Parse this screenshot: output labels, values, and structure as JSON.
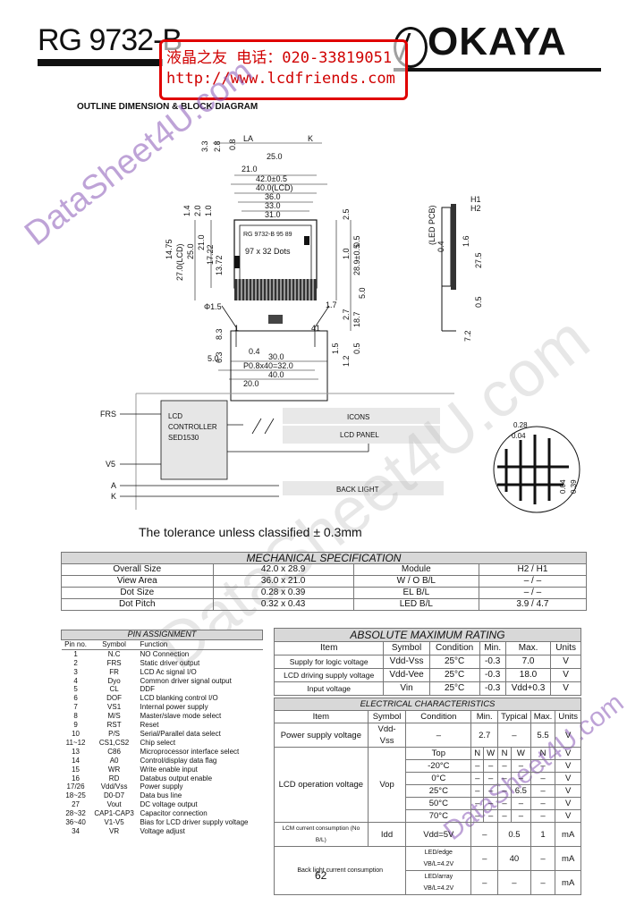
{
  "header": {
    "model": "RG 9732-B",
    "brand": "OKAYA",
    "stamp_line1": "液晶之友 电话：020-33819051",
    "stamp_line2": "http://www.lcdfriends.com",
    "section_title": "OUTLINE DIMENSION & BLOCK DIAGRAM"
  },
  "watermarks": [
    "DataSheet4U.com",
    "DataSheet4U.com",
    "DataSheet4U.com"
  ],
  "drawing": {
    "dims_top": [
      "3.3",
      "2.8",
      "0.8",
      "LA",
      "25.0",
      "K",
      "21.0",
      "42.0±0.5",
      "40.0(LCD)",
      "36.0",
      "33.0",
      "31.0"
    ],
    "dims_left": [
      "14.75",
      "27.0(LCD)",
      "25.0",
      "21.0",
      "17.22",
      "13.72",
      "1.4",
      "2.0",
      "1.0"
    ],
    "dims_right": [
      "2.5",
      "1.0",
      "0.5",
      "28.9±0.5",
      "5.0",
      "1.7",
      "2.7",
      "18.7",
      "1.2",
      "1.5",
      "0.5"
    ],
    "dims_bottom": [
      "Φ1.5",
      "8.3",
      "6.3",
      "1",
      "41",
      "0.4",
      "5.0",
      "30.0",
      "P0.8x40=32.0",
      "40.0",
      "20.0"
    ],
    "panel_text_1": "RG 9732-B 95 89",
    "panel_text_2": "97 x 32 Dots",
    "side_labels": [
      "(LED PCB)",
      "H1",
      "H2",
      "0.4",
      "1.6",
      "27.5",
      "0.5",
      "7.2"
    ],
    "block_labels": {
      "frs": "FRS",
      "v5": "V5",
      "a": "A",
      "k": "K",
      "controller": [
        "LCD",
        "CONTROLLER",
        "SED1530"
      ],
      "icons": "ICONS",
      "lcd_panel": "LCD PANEL",
      "backlight": "BACK LIGHT"
    },
    "dot_dims": [
      "0.28",
      "0.04",
      "0.04",
      "0.39"
    ]
  },
  "tolerance": "The  tolerance  unless  classified  ± 0.3mm",
  "mechanical": {
    "title": "MECHANICAL SPECIFICATION",
    "rows": [
      [
        "Overall Size",
        "42.0 x 28.9",
        "Module",
        "H2 / H1"
      ],
      [
        "View Area",
        "36.0 x 21.0",
        "W / O  B/L",
        "–   /   –"
      ],
      [
        "Dot Size",
        "0.28 x 0.39",
        "EL  B/L",
        "–   /   –"
      ],
      [
        "Dot Pitch",
        "0.32 x 0.43",
        "LED  B/L",
        "3.9 / 4.7"
      ]
    ]
  },
  "pins": {
    "title": "PIN ASSIGNMENT",
    "headers": [
      "Pin no.",
      "Symbol",
      "Function"
    ],
    "rows": [
      [
        "1",
        "N.C",
        "NO Connection"
      ],
      [
        "2",
        "FRS",
        "Static driver output"
      ],
      [
        "3",
        "FR",
        "LCD Ac signal I/O"
      ],
      [
        "4",
        "Dyo",
        "Common driver signal output"
      ],
      [
        "5",
        "CL",
        "DDF"
      ],
      [
        "6",
        "DOF",
        "LCD blanking control I/O"
      ],
      [
        "7",
        "VS1",
        "Internal power supply"
      ],
      [
        "8",
        "M/S",
        "Master/slave mode select"
      ],
      [
        "9",
        "RST",
        "Reset"
      ],
      [
        "10",
        "P/S",
        "Serial/Parallel data select"
      ],
      [
        "11~12",
        "CS1,CS2",
        "Chip select"
      ],
      [
        "13",
        "C86",
        "Microprocessor interface select"
      ],
      [
        "14",
        "A0",
        "Control/display data flag"
      ],
      [
        "15",
        "WR",
        "Write enable input"
      ],
      [
        "16",
        "RD",
        "Databus output enable"
      ],
      [
        "17/26",
        "Vdd/Vss",
        "Power supply"
      ],
      [
        "18~25",
        "D0-D7",
        "Data bus line"
      ],
      [
        "27",
        "Vout",
        "DC voltage output"
      ],
      [
        "28~32",
        "CAP1-CAP3",
        "Capacitor connection"
      ],
      [
        "36~40",
        "V1-V5",
        "Bias for LCD driver supply voltage"
      ],
      [
        "34",
        "VR",
        "Voltage adjust"
      ]
    ]
  },
  "absolute": {
    "title": "ABSOLUTE MAXIMUM RATING",
    "headers": [
      "Item",
      "Symbol",
      "Condition",
      "Min.",
      "Max.",
      "Units"
    ],
    "rows": [
      [
        "Supply for logic voltage",
        "Vdd-Vss",
        "25°C",
        "-0.3",
        "7.0",
        "V"
      ],
      [
        "LCD driving supply voltage",
        "Vdd-Vee",
        "25°C",
        "-0.3",
        "18.0",
        "V"
      ],
      [
        "Input voltage",
        "Vin",
        "25°C",
        "-0.3",
        "Vdd+0.3",
        "V"
      ]
    ]
  },
  "electrical": {
    "title": "ELECTRICAL CHARACTERISTICS",
    "headers": [
      "Item",
      "Symbol",
      "Condition",
      "Min.",
      "Typical",
      "Max.",
      "Units"
    ],
    "power": [
      "Power supply voltage",
      "Vdd-Vss",
      "–",
      "2.7",
      "–",
      "5.5",
      "V"
    ],
    "lcd_item": "LCD operation voltage",
    "lcd_symbol": "Vop",
    "lcd_sub_header": [
      "Top",
      "N",
      "W",
      "N",
      "W",
      "N",
      "W",
      "V"
    ],
    "lcd_rows": [
      [
        "-20°C",
        "–",
        "–",
        "–",
        "–",
        "–",
        "–",
        "V"
      ],
      [
        "0°C",
        "–",
        "–",
        "–",
        "–",
        "–",
        "–",
        "V"
      ],
      [
        "25°C",
        "–",
        "–",
        "–",
        "6.5",
        "–",
        "–",
        "V"
      ],
      [
        "50°C",
        "–",
        "–",
        "–",
        "–",
        "–",
        "–",
        "V"
      ],
      [
        "70°C",
        "–",
        "–",
        "–",
        "–",
        "–",
        "–",
        "V"
      ]
    ],
    "idd": [
      "LCM current consumption (No B/L)",
      "Idd",
      "Vdd=5V",
      "–",
      "0.5",
      "1",
      "mA"
    ],
    "backlight_item": "Back light current consumption",
    "bl_rows": [
      [
        "LED/edge VB/L=4.2V",
        "–",
        "40",
        "–",
        "mA"
      ],
      [
        "LED/array VB/L=4.2V",
        "–",
        "–",
        "–",
        "mA"
      ]
    ]
  },
  "page_number": "62"
}
